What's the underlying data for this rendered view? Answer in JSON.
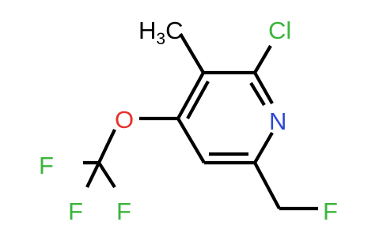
{
  "molecule": {
    "atoms": {
      "ch3_label": "H3C",
      "ch3_h": "H",
      "ch3_sub": "3",
      "ch3_c": "C",
      "cl": "Cl",
      "n": "N",
      "o": "O",
      "f_top": "F",
      "f_left": "F",
      "f_bottom": "F",
      "f_ch2": "F"
    },
    "colors": {
      "bond": "#000000",
      "carbon_text": "#000000",
      "oxygen": "#e8312a",
      "chlorine": "#3cb43c",
      "nitrogen": "#2e49d1",
      "fluorine": "#3cb43c"
    }
  }
}
